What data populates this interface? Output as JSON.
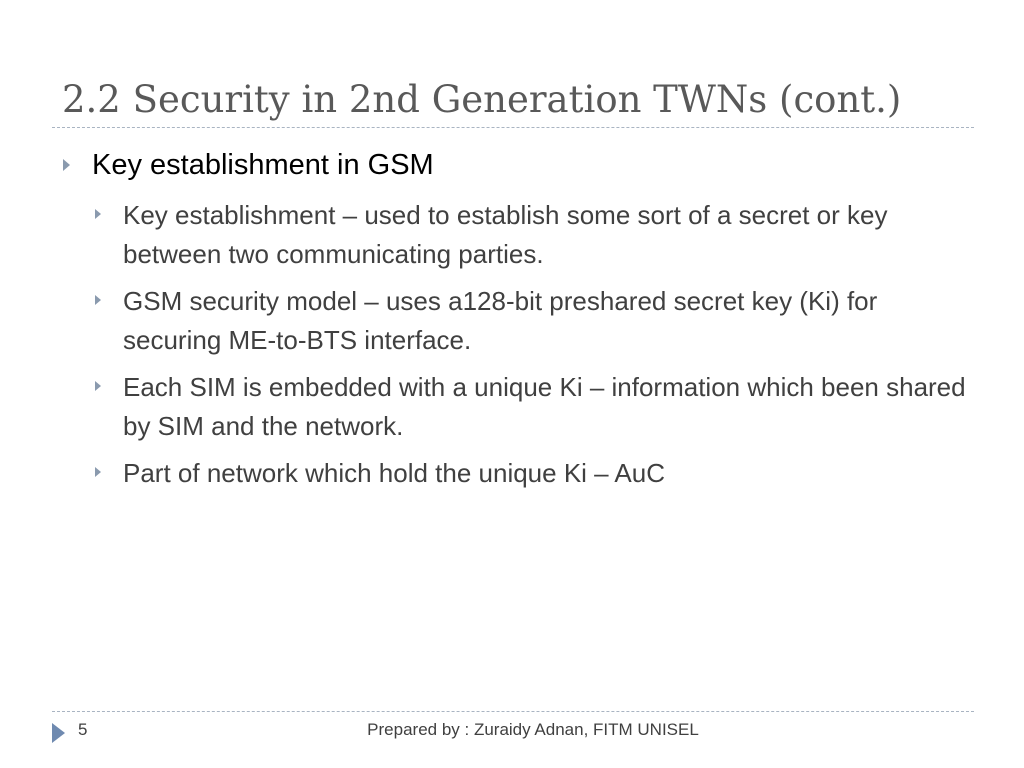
{
  "slide": {
    "title": "2.2 Security in 2nd Generation TWNs (cont.)",
    "bullet": {
      "text": "Key establishment in GSM",
      "sub_bullets": [
        "Key establishment – used to establish some sort of a secret or key between two communicating parties.",
        "GSM security model – uses a128-bit preshared secret key (Ki) for securing ME-to-BTS interface.",
        "Each SIM is embedded with a unique Ki – information which been shared by SIM and the network.",
        "Part of network which hold the unique Ki – AuC"
      ]
    },
    "footer": {
      "page_number": "5",
      "text": "Prepared by : Zuraidy Adnan, FITM UNISEL"
    }
  },
  "colors": {
    "title": "#595959",
    "bullet_marker": "#8a9aae",
    "rule": "#a9b4c2",
    "footer_marker": "#6f8ab0"
  },
  "icons": {
    "bullet_marker": "triangle-right-icon",
    "footer_marker": "triangle-right-icon"
  }
}
